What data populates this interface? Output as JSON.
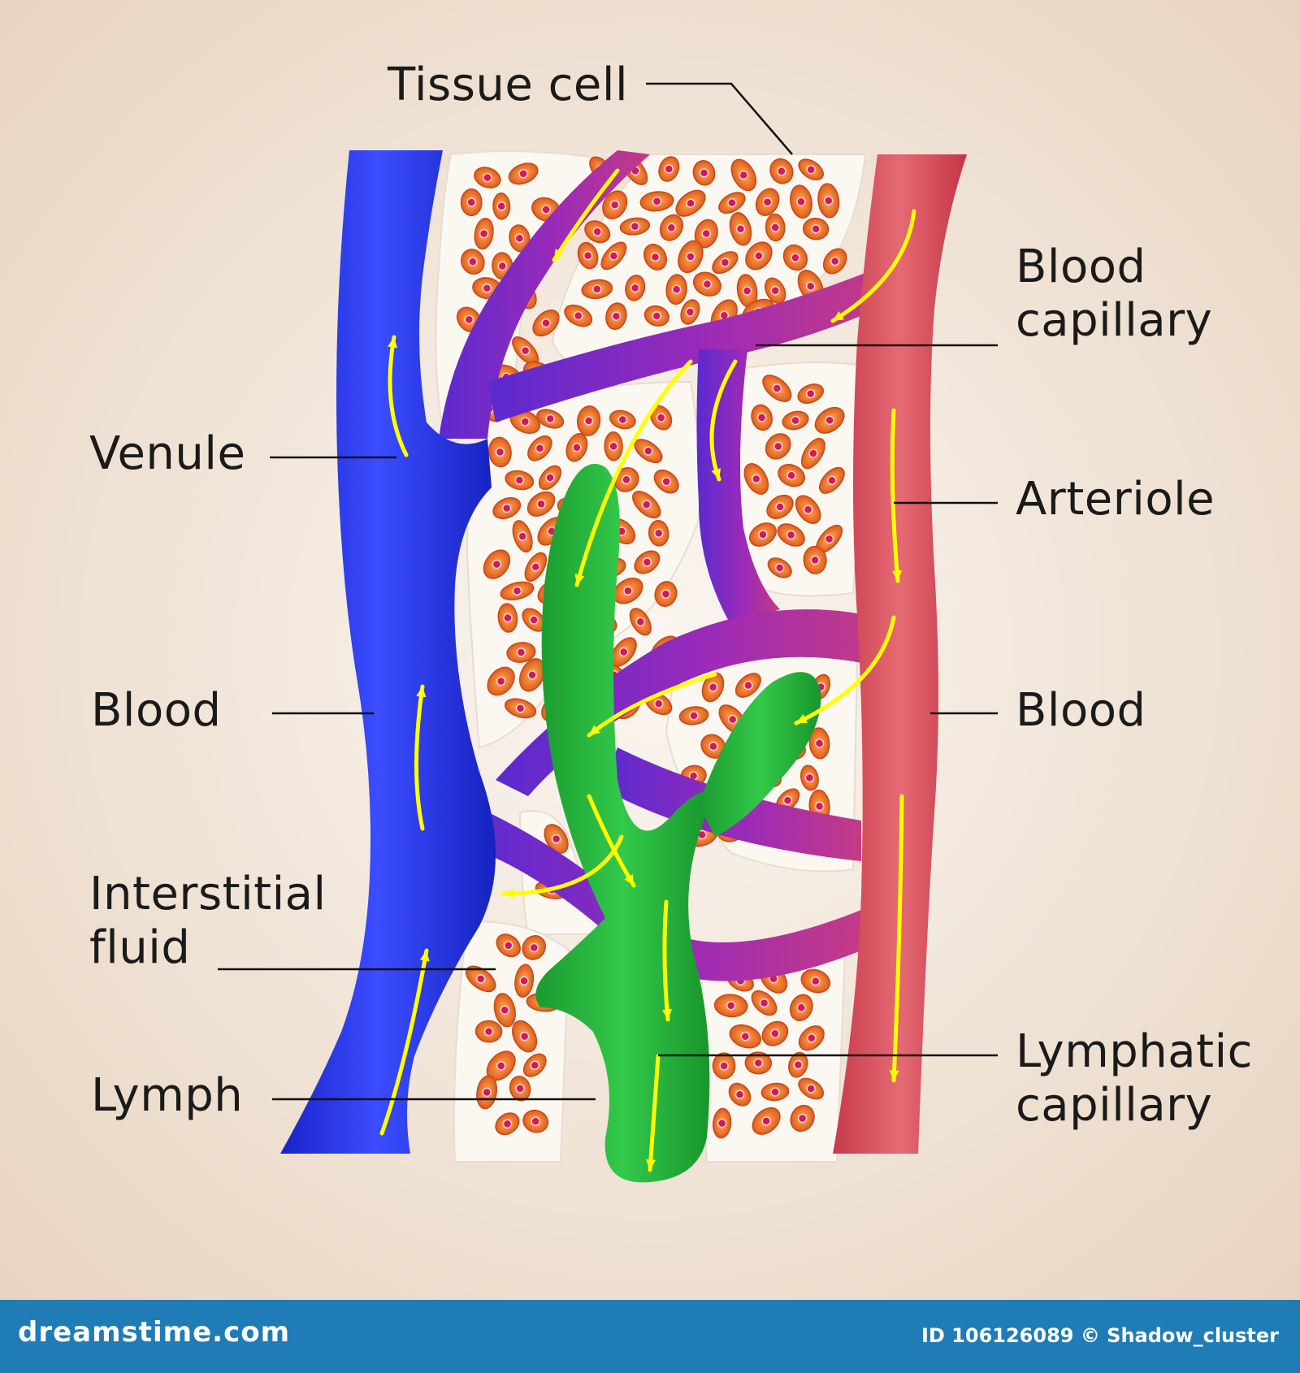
{
  "labels": {
    "tissue_cell": "Tissue cell",
    "blood_capillary_line1": "Blood",
    "blood_capillary_line2": "capillary",
    "venule": "Venule",
    "arteriole": "Arteriole",
    "blood_left": "Blood",
    "blood_right": "Blood",
    "interstitial_line1": "Interstitial",
    "interstitial_line2": "fluid",
    "lymph": "Lymph",
    "lymphatic_line1": "Lymphatic",
    "lymphatic_line2": "capillary"
  },
  "footer": {
    "logo": "dreamstime.com",
    "id_text": "ID 106126089 © Shadow_cluster"
  },
  "colors": {
    "background": "#ecdccb",
    "venule": "#1f2ee6",
    "arteriole": "#d8505a",
    "capillary": "#9a2ab8",
    "lymphatic": "#22b83a",
    "tissue_cell": "#ea7a2c",
    "nucleus": "#d21a58",
    "flow_arrow": "#ffff00",
    "footer": "#1f7cb6"
  }
}
